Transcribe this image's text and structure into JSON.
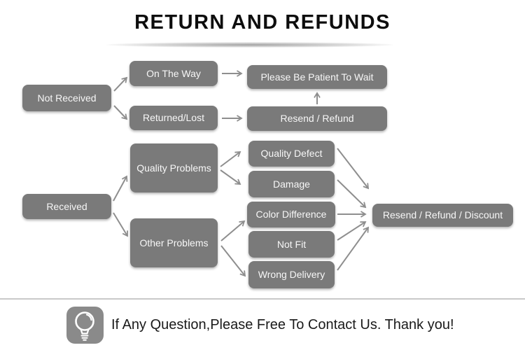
{
  "title": "RETURN AND REFUNDS",
  "colors": {
    "node_background": "#7a7a7a",
    "node_text": "#f7f7f7",
    "arrow": "#8e8e8e",
    "title_text": "#0d0d0d",
    "divider": "#c9c9c9",
    "footer_icon_background": "#8a8a8a",
    "footer_text": "#1a1a1a"
  },
  "flowchart": {
    "nodes": [
      {
        "id": "not-received",
        "label": "Not Received"
      },
      {
        "id": "on-the-way",
        "label": "On The Way"
      },
      {
        "id": "returned-lost",
        "label": "Returned/Lost"
      },
      {
        "id": "please-wait",
        "label": "Please Be Patient To Wait"
      },
      {
        "id": "resend-refund",
        "label": "Resend / Refund"
      },
      {
        "id": "received",
        "label": "Received"
      },
      {
        "id": "quality-problems",
        "label": "Quality Problems"
      },
      {
        "id": "other-problems",
        "label": "Other Problems"
      },
      {
        "id": "quality-defect",
        "label": "Quality Defect"
      },
      {
        "id": "damage",
        "label": "Damage"
      },
      {
        "id": "color-difference",
        "label": "Color Difference"
      },
      {
        "id": "not-fit",
        "label": "Not Fit"
      },
      {
        "id": "wrong-delivery",
        "label": "Wrong Delivery"
      },
      {
        "id": "resend-refund-discount",
        "label": "Resend / Refund / Discount"
      }
    ],
    "edges": [
      {
        "from": "not-received",
        "to": "on-the-way"
      },
      {
        "from": "not-received",
        "to": "returned-lost"
      },
      {
        "from": "on-the-way",
        "to": "please-wait"
      },
      {
        "from": "returned-lost",
        "to": "resend-refund"
      },
      {
        "from": "resend-refund",
        "to": "please-wait"
      },
      {
        "from": "received",
        "to": "quality-problems"
      },
      {
        "from": "received",
        "to": "other-problems"
      },
      {
        "from": "quality-problems",
        "to": "quality-defect"
      },
      {
        "from": "quality-problems",
        "to": "damage"
      },
      {
        "from": "other-problems",
        "to": "color-difference"
      },
      {
        "from": "other-problems",
        "to": "wrong-delivery"
      },
      {
        "from": "quality-defect",
        "to": "resend-refund-discount"
      },
      {
        "from": "damage",
        "to": "resend-refund-discount"
      },
      {
        "from": "color-difference",
        "to": "resend-refund-discount"
      },
      {
        "from": "not-fit",
        "to": "resend-refund-discount"
      },
      {
        "from": "wrong-delivery",
        "to": "resend-refund-discount"
      }
    ]
  },
  "footer": {
    "icon": "lightbulb-icon",
    "text": "If Any Question,Please Free To Contact Us. Thank you!"
  }
}
